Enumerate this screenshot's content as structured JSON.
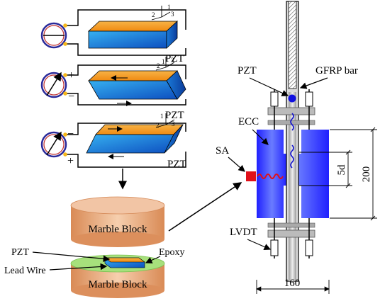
{
  "left_panel": {
    "pzt_labels": [
      "PZT",
      "PZT",
      "PZT"
    ],
    "axis_labels": {
      "top": [
        "1",
        "2",
        "3"
      ],
      "mid": [
        "1",
        "2",
        "3"
      ],
      "bot": [
        "1",
        "2",
        "3"
      ]
    },
    "polarity": {
      "mid_top": "+",
      "mid_bottom": "−",
      "bot_top": "−",
      "bot_bottom": "+"
    },
    "blocks": {
      "top_block": "Marble Block",
      "bottom_block": "Marble Block"
    },
    "layer_labels": {
      "pzt": "PZT",
      "lead_wire": "Lead Wire",
      "epoxy": "Epoxy"
    }
  },
  "right_panel": {
    "labels": {
      "pzt": "PZT",
      "gfrp": "GFRP bar",
      "ecc": "ECC",
      "sa": "SA",
      "lvdt": "LVDT"
    },
    "dims": {
      "embed": "5d",
      "height": "200",
      "width": "160"
    }
  },
  "colors": {
    "pzt_top": "#f5a52b",
    "pzt_face": "#1e8fe0",
    "ecc_blue": "#3a3aff",
    "sensor_red": "#e0101a",
    "marble": "#e8a97a",
    "epoxy": "#9fe07a"
  }
}
